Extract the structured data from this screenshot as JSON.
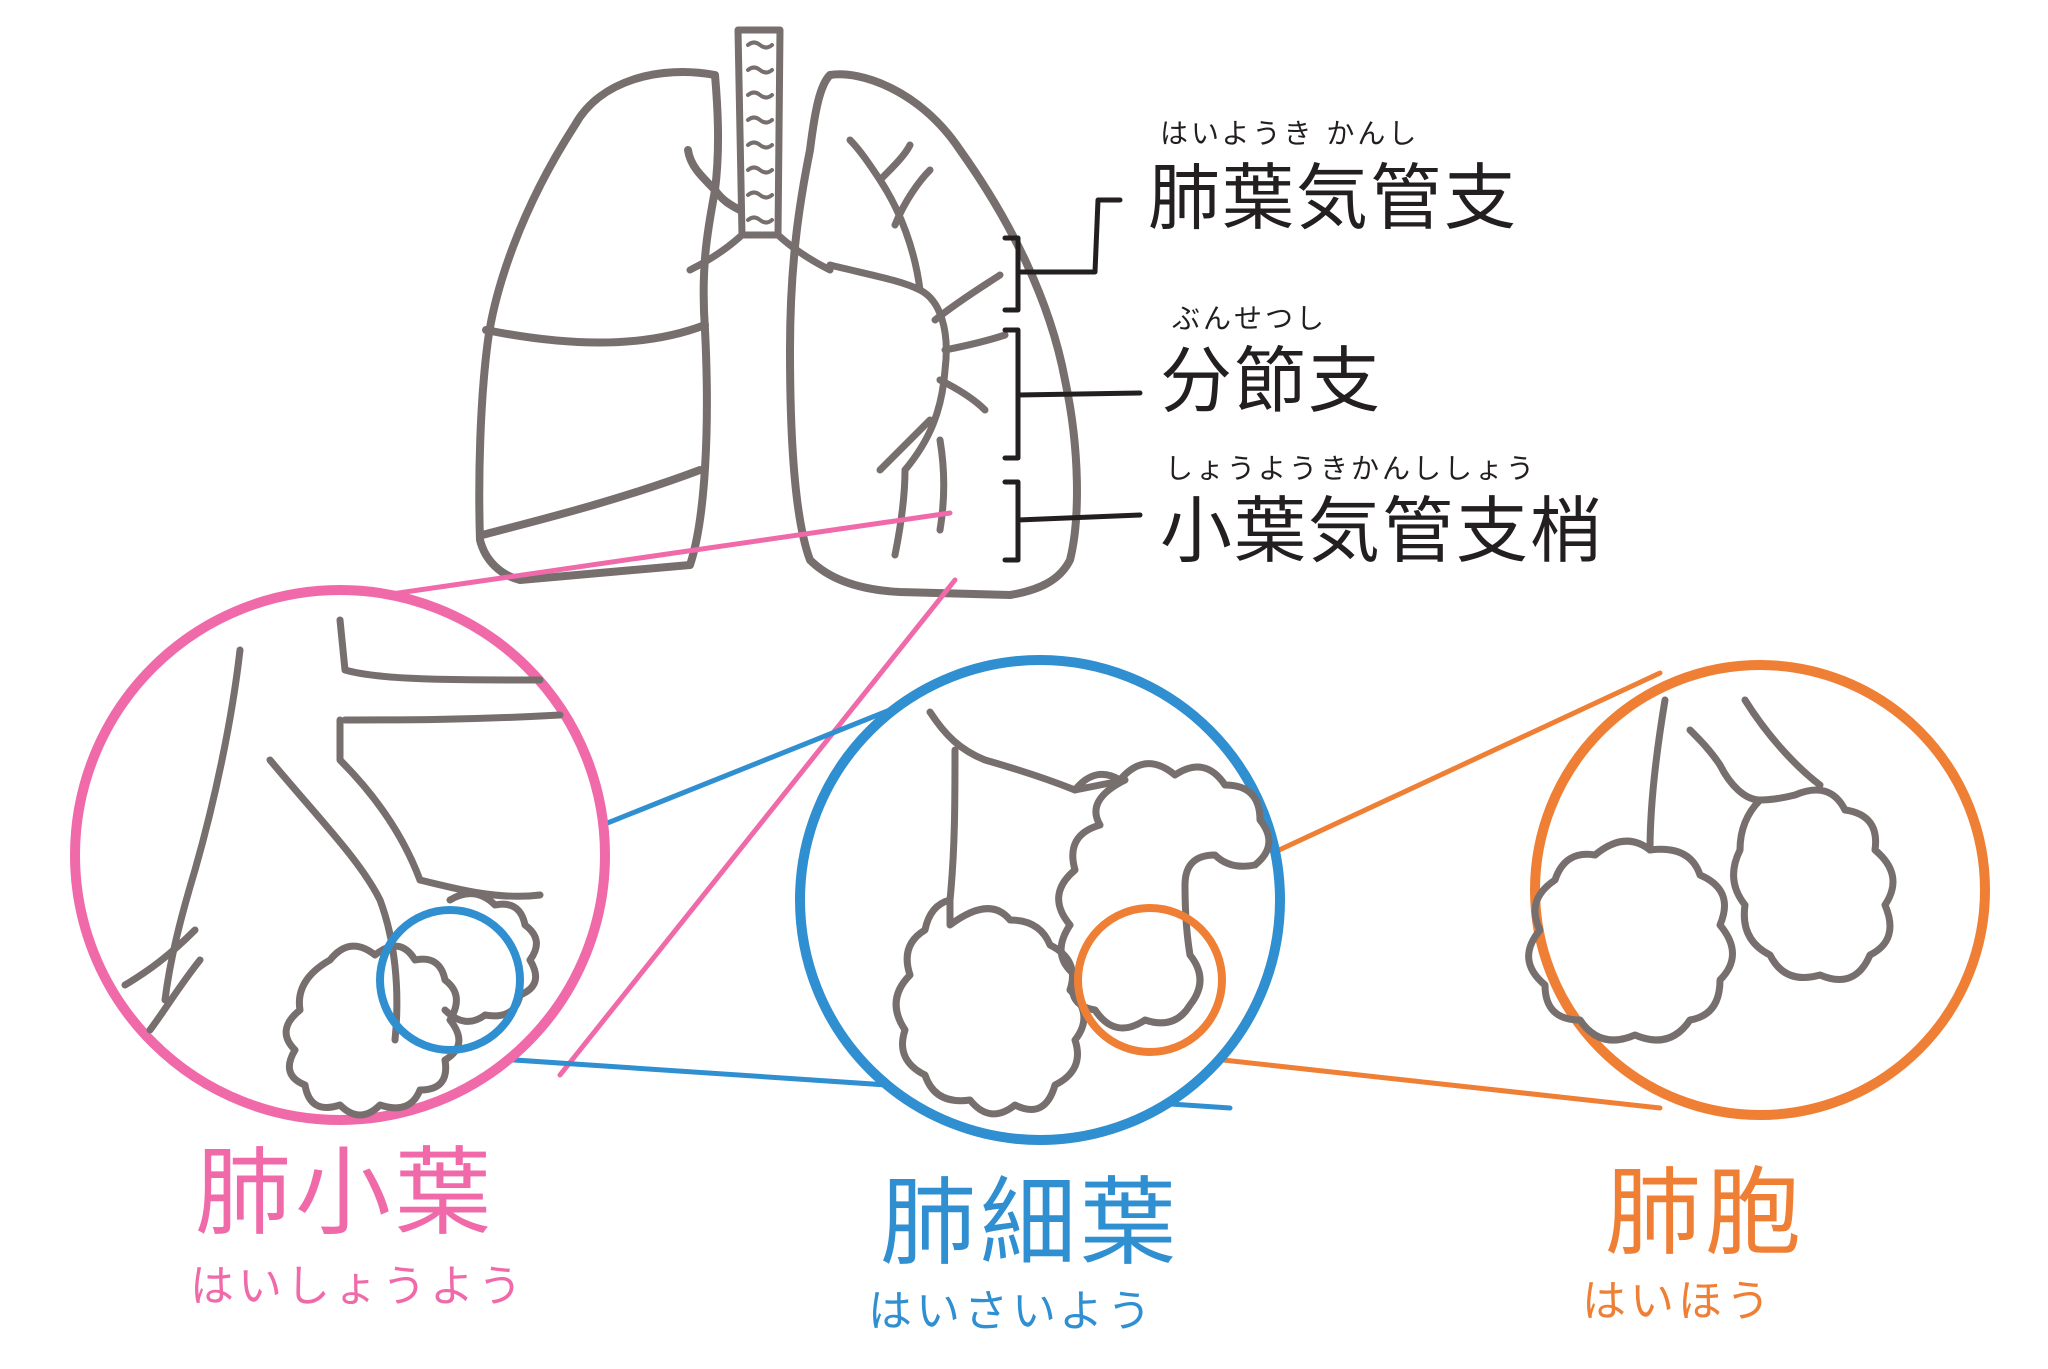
{
  "colors": {
    "outline": "#776f6d",
    "ink": "#231f20",
    "pink": "#f06aaa",
    "blue": "#2f8fd0",
    "orange": "#ef7f34",
    "background": "#ffffff"
  },
  "airway_labels": [
    {
      "kanji": "肺葉気管支",
      "ruby": "はいようき かんし"
    },
    {
      "kanji": "分節支",
      "ruby": "ぶんせつし"
    },
    {
      "kanji": "小葉気管支梢",
      "ruby": "しょうようきかんししょう"
    }
  ],
  "zoom_levels": [
    {
      "kanji": "肺小葉",
      "ruby": "はいしょうよう",
      "color": "pink"
    },
    {
      "kanji": "肺細葉",
      "ruby": "はいさいよう",
      "color": "blue"
    },
    {
      "kanji": "肺胞",
      "ruby": "はいほう",
      "color": "orange"
    }
  ]
}
